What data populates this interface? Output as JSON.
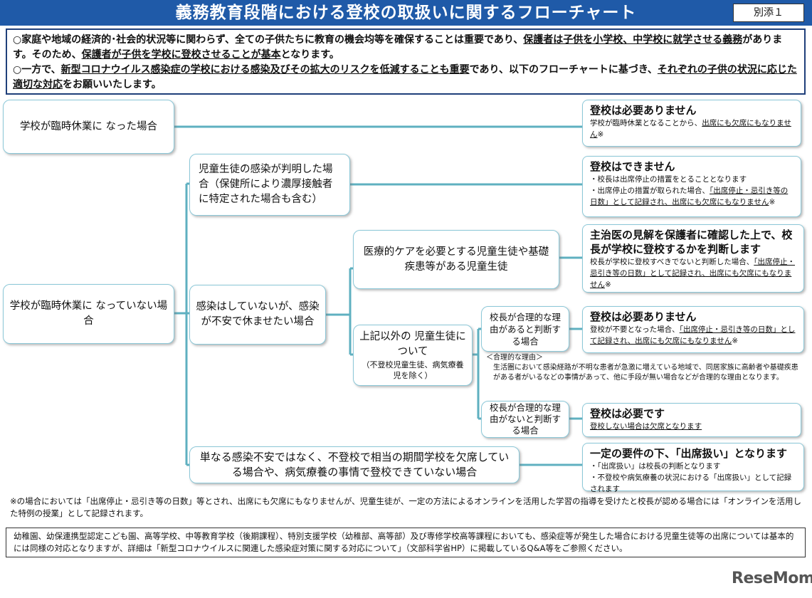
{
  "header": {
    "title": "義務教育段階における登校の取扱いに関するフローチャート",
    "annex": "別添１"
  },
  "intro": {
    "p1_a": "○家庭や地域の経済的･社会的状況等に関わらず、全ての子供たちに教育の機会均等を確保することは重要であり、",
    "p1_u1": "保護者は子供を小学校、中学校に就学させる義務",
    "p1_b": "があります。そのため、",
    "p1_u2": "保護者が子供を学校に登校させることが基本",
    "p1_c": "となります。",
    "p2_a": "○一方で、",
    "p2_u1": "新型コロナウイルス感染症の学校における感染及びその拡大のリスクを低減することも重要",
    "p2_b": "であり、以下のフローチャートに基づき、",
    "p2_u2": "それぞれの子供の状況に応じた適切な対応",
    "p2_c": "をお願いいたします。"
  },
  "flow": {
    "closed": "学校が臨時休業に なった場合",
    "not_closed": "学校が臨時休業に なっていない場合",
    "infection_known": "児童生徒の感染が判明した場合（保健所により濃厚接触者に特定された場合も含む）",
    "anxious": "感染はしていないが、感染が不安で休ませたい場合",
    "medical_care": "医療的ケアを必要とする児童生徒や基礎疾患等がある児童生徒",
    "other_title": "上記以外の 児童生徒について",
    "other_sub": "（不登校児童生徒、病気療養児を除く）",
    "reasonable_yes": "校長が合理的な理由があると判断する場合",
    "reasonable_no": "校長が合理的な理由がないと判断する場合",
    "long_absence": "単なる感染不安ではなく、不登校で相当の期間学校を欠席している場合や、病気療養の事情で登校できていない場合"
  },
  "results": {
    "r1_head": "登校は必要ありません",
    "r1_a": "学校が臨時休業となることから、",
    "r1_u": "出席にも欠席にもなりません",
    "r1_mark": "※",
    "r2_head": "登校はできません",
    "r2_l1": "・校長は出席停止の措置をとることとなります",
    "r2_l2a": "・出席停止の措置が取られた場合、",
    "r2_u": "「出席停止・忌引き等の日数」として記録され、出席にも欠席にもなりません",
    "r2_mark": "※",
    "r3_head": "主治医の見解を保護者に確認した上で、校長が学校に登校するかを判断します",
    "r3_a": "校長が学校に登校すべきでないと判断した場合、",
    "r3_u": "「出席停止・忌引き等の日数」として記録され、出席にも欠席にもなりません",
    "r3_mark": "※",
    "r4_head": "登校は必要ありません",
    "r4_a": "登校が不要となった場合、",
    "r4_u": "「出席停止・忌引き等の日数」として記録され、出席にも欠席にもなりません",
    "r4_mark": "※",
    "r5_head": "登校は必要です",
    "r5_u": "登校しない場合は欠席となります",
    "r6_head": "一定の要件の下、「出席扱い」となります",
    "r6_l1": "・「出席扱い」は校長の判断となります",
    "r6_l2": "・不登校や病気療養の状況における「出席扱い」として記録されます"
  },
  "reason": {
    "title": "＜合理的な理由＞",
    "body": "生活圏において感染経路が不明な患者が急激に増えている地域で、同居家族に高齢者や基礎疾患がある者がいるなどの事情があって、他に手段が無い場合などが合理的な理由となります。"
  },
  "footnote": "※の場合においては「出席停止・忌引き等の日数」等とされ、出席にも欠席にもなりませんが、児童生徒が、一定の方法によるオンラインを活用した学習の指導を受けたと校長が認める場合には「オンラインを活用した特例の授業」として記録されます。",
  "bottom_note": "幼稚園、幼保連携型認定こども園、高等学校、中等教育学校（後期課程）、特別支援学校（幼稚部、高等部）及び専修学校高等課程においても、感染症等が発生した場合における児童生徒等の出席については基本的には同様の対応となりますが、詳細は「新型コロナウイルスに関連した感染症対策に関する対応について」（文部科学省HP）に掲載しているQ&A等をご参照ください。",
  "logo": "ReseMom",
  "colors": {
    "title_bar": "#1f5aa8",
    "connector": "#5fb0c0",
    "box_border": "#8cc8d8"
  }
}
